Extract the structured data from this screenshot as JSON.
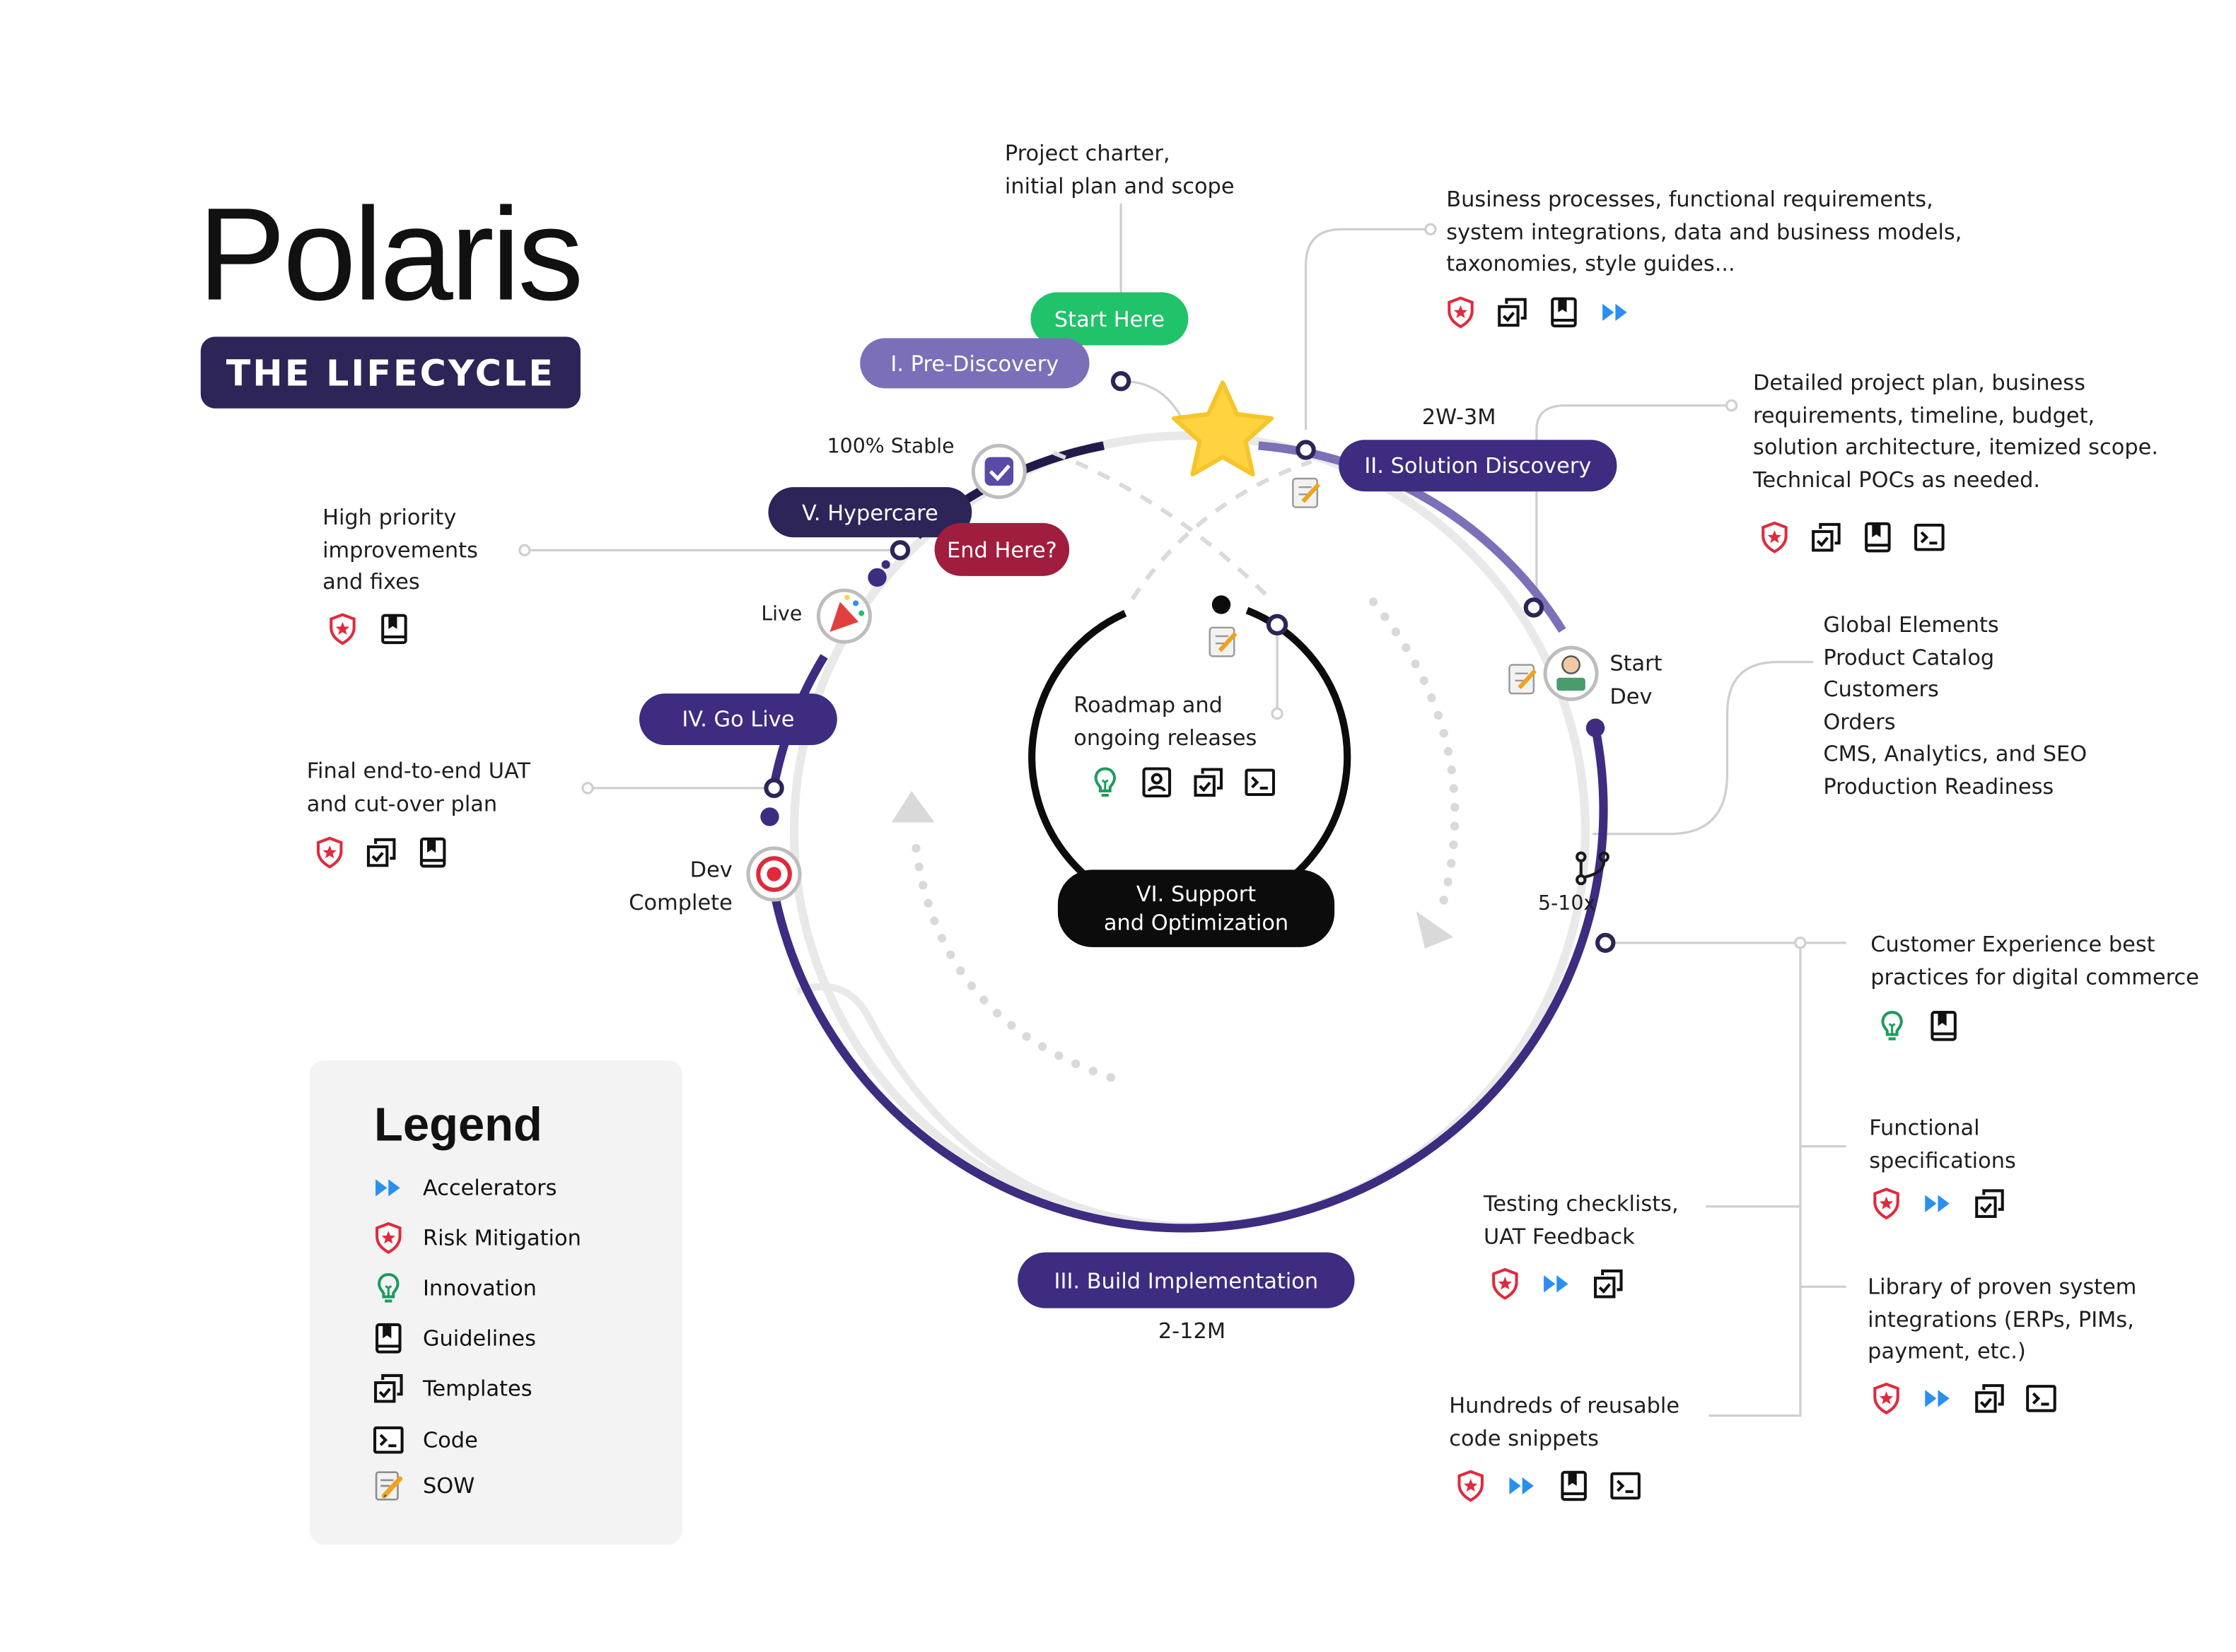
{
  "header": {
    "title": "Polaris",
    "badge": "THE LIFECYCLE"
  },
  "colors": {
    "purple": "#3d2c80",
    "navy": "#2d2457",
    "lavender": "#7b6fb9",
    "green": "#20c26a",
    "red": "#a01d3e",
    "star": "#ffd23f",
    "risk": "#e02a3c",
    "accelerator": "#2b8ff0",
    "innovation": "#1f9b5d"
  },
  "stages": {
    "pre_discovery": "I. Pre-Discovery",
    "solution_discovery": "II. Solution Discovery",
    "build": "III. Build Implementation",
    "go_live": "IV. Go Live",
    "hypercare": "V. Hypercare",
    "support": [
      "VI. Support",
      "and Optimization"
    ]
  },
  "markers": {
    "start_here": "Start Here",
    "end_here": "End Here?"
  },
  "milestones": {
    "stable": "100% Stable",
    "live": "Live",
    "start_dev": [
      "Start",
      "Dev"
    ],
    "dev_complete": [
      "Dev",
      "Complete"
    ],
    "multiplier": "5-10x"
  },
  "durations": {
    "discovery": "2W-3M",
    "build": "2-12M"
  },
  "annotations": {
    "charter": {
      "lines": [
        "Project charter,",
        "initial plan and scope"
      ]
    },
    "business": {
      "lines": [
        "Business processes, functional requirements,",
        "system integrations, data and business models,",
        "taxonomies, style guides..."
      ],
      "icons": [
        "risk-mitigation-icon",
        "templates-icon",
        "guidelines-icon",
        "accelerators-icon"
      ]
    },
    "detailed": {
      "lines": [
        "Detailed project plan, business",
        "requirements, timeline, budget,",
        "solution architecture, itemized scope.",
        "Technical POCs as needed."
      ],
      "icons": [
        "risk-mitigation-icon",
        "templates-icon",
        "guidelines-icon",
        "code-icon"
      ]
    },
    "global": {
      "lines": [
        "Global Elements",
        "Product Catalog",
        "Customers",
        "Orders",
        "CMS, Analytics, and SEO",
        "Production Readiness"
      ]
    },
    "cx": {
      "lines": [
        "Customer Experience best",
        "practices for digital commerce"
      ],
      "icons": [
        "innovation-icon",
        "guidelines-icon"
      ]
    },
    "functional": {
      "lines": [
        "Functional",
        "specifications"
      ],
      "icons": [
        "risk-mitigation-icon",
        "accelerators-icon",
        "templates-icon"
      ]
    },
    "testing": {
      "lines": [
        "Testing checklists,",
        "UAT Feedback"
      ],
      "icons": [
        "risk-mitigation-icon",
        "accelerators-icon",
        "templates-icon"
      ]
    },
    "library": {
      "lines": [
        "Library of proven system",
        "integrations (ERPs, PIMs,",
        "payment, etc.)"
      ],
      "icons": [
        "risk-mitigation-icon",
        "accelerators-icon",
        "templates-icon",
        "code-icon"
      ]
    },
    "snippets": {
      "lines": [
        "Hundreds of reusable",
        "code snippets"
      ],
      "icons": [
        "risk-mitigation-icon",
        "accelerators-icon",
        "guidelines-icon",
        "code-icon"
      ]
    },
    "high_priority": {
      "lines": [
        "High priority",
        "improvements",
        "and fixes"
      ],
      "icons": [
        "risk-mitigation-icon",
        "guidelines-icon"
      ]
    },
    "final_uat": {
      "lines": [
        "Final end-to-end UAT",
        "and cut-over plan"
      ],
      "icons": [
        "risk-mitigation-icon",
        "templates-icon",
        "guidelines-icon"
      ]
    },
    "roadmap": {
      "lines": [
        "Roadmap and",
        "ongoing releases"
      ],
      "icons": [
        "innovation-icon",
        "profile-icon",
        "templates-icon",
        "code-icon"
      ]
    }
  },
  "legend": {
    "title": "Legend",
    "items": [
      {
        "label": "Accelerators",
        "icon": "accelerators-icon"
      },
      {
        "label": "Risk Mitigation",
        "icon": "risk-mitigation-icon"
      },
      {
        "label": "Innovation",
        "icon": "innovation-icon"
      },
      {
        "label": "Guidelines",
        "icon": "guidelines-icon"
      },
      {
        "label": "Templates",
        "icon": "templates-icon"
      },
      {
        "label": "Code",
        "icon": "code-icon"
      },
      {
        "label": "SOW",
        "icon": "sow-icon"
      }
    ]
  }
}
